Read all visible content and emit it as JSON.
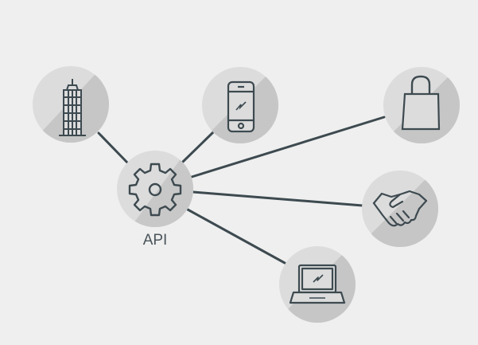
{
  "diagram": {
    "hub": {
      "label": "API",
      "icon": "gear-icon"
    },
    "nodes": [
      {
        "id": "enterprise",
        "icon": "skyscraper-icon"
      },
      {
        "id": "mobile",
        "icon": "smartphone-icon"
      },
      {
        "id": "retail",
        "icon": "shopping-bag-icon"
      },
      {
        "id": "partners",
        "icon": "handshake-icon"
      },
      {
        "id": "web",
        "icon": "laptop-icon"
      }
    ],
    "edges": [
      [
        "hub",
        "enterprise"
      ],
      [
        "hub",
        "mobile"
      ],
      [
        "hub",
        "retail"
      ],
      [
        "hub",
        "partners"
      ],
      [
        "hub",
        "web"
      ]
    ]
  },
  "colors": {
    "background": "#efefef",
    "circle_light": "#dcdcdc",
    "circle_dark": "#c6c6c6",
    "stroke": "#3d4a50"
  }
}
